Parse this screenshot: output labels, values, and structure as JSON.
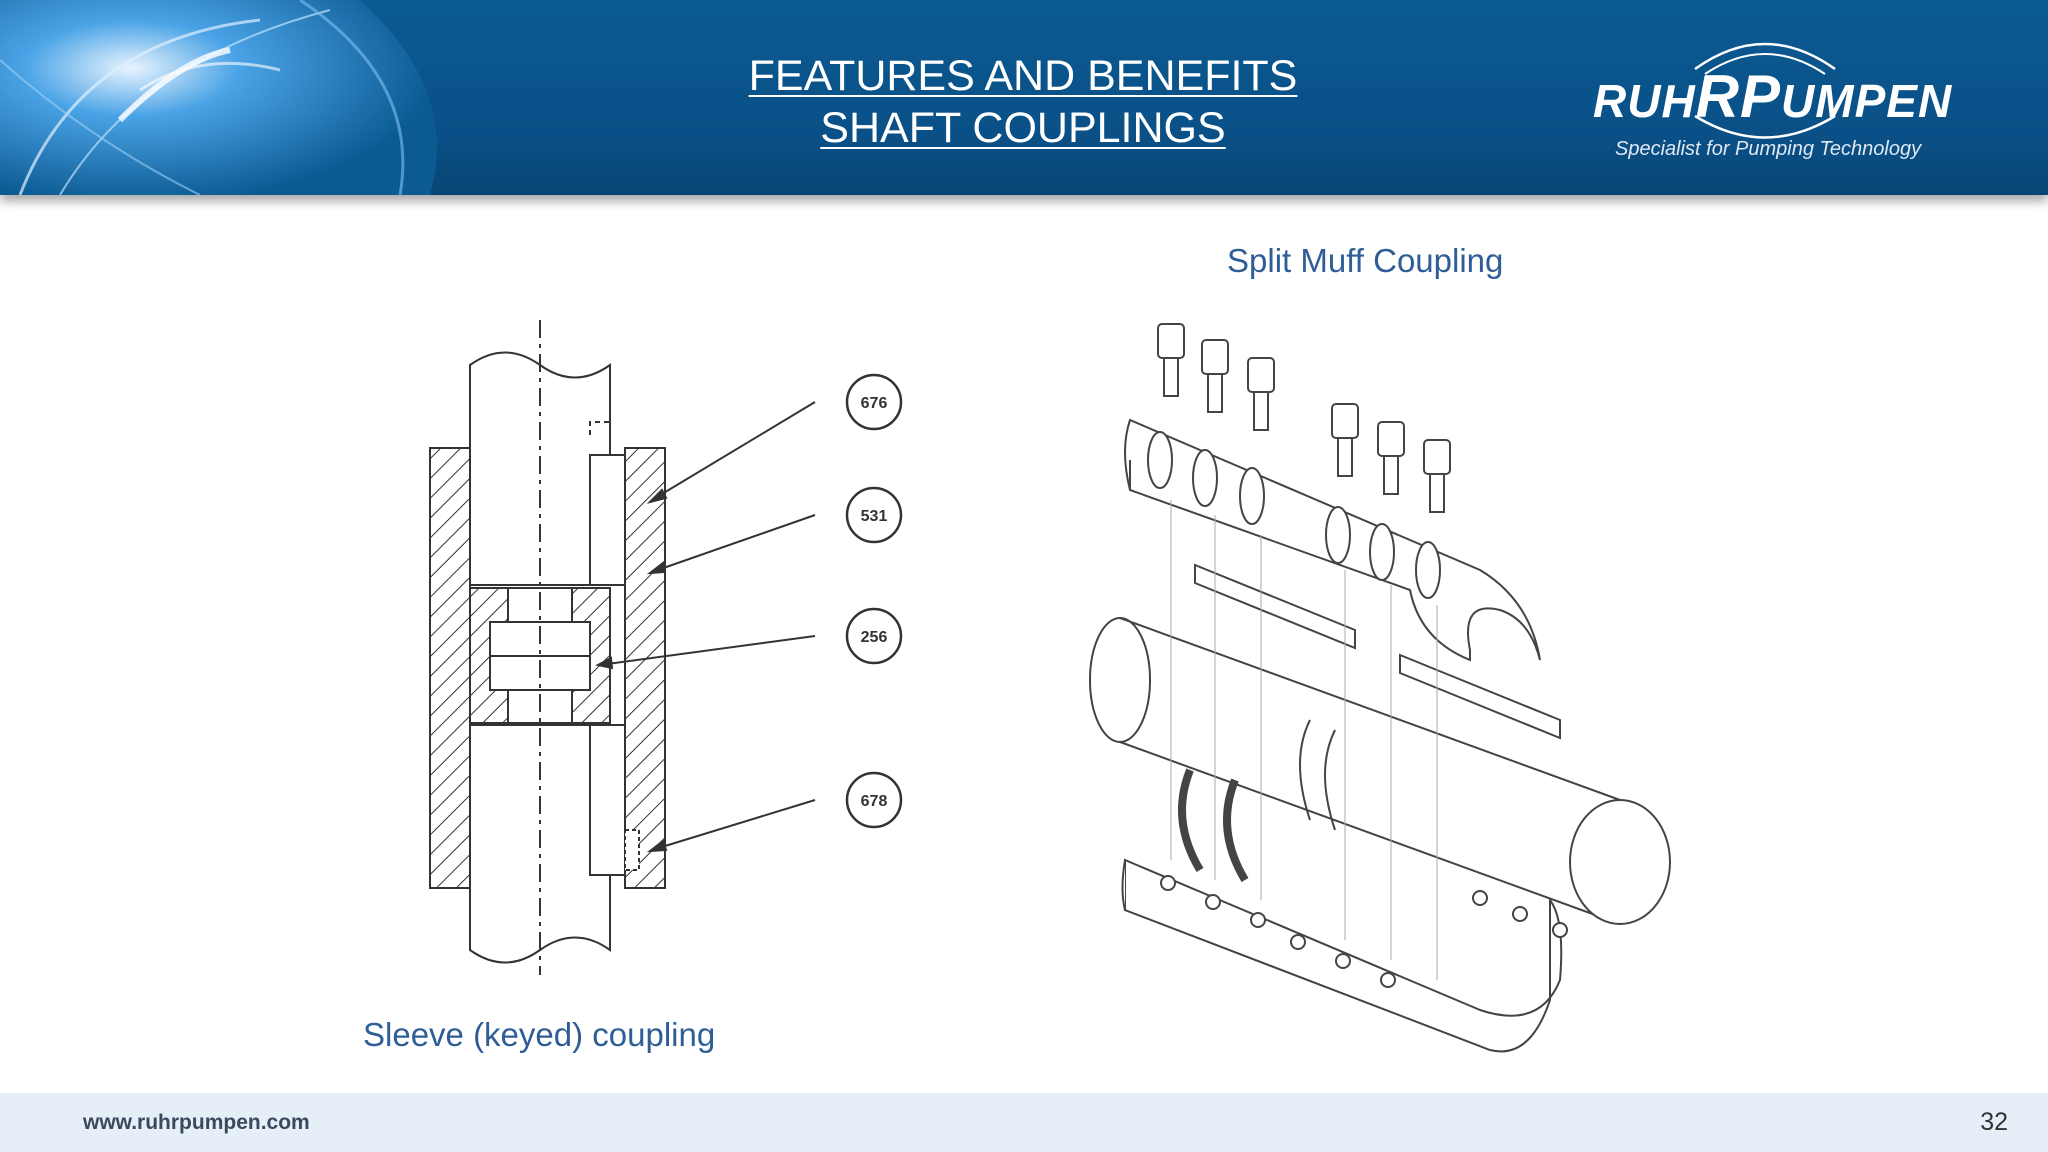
{
  "header": {
    "title_line1": "FEATURES AND BENEFITS",
    "title_line2": "SHAFT COUPLINGS",
    "logo": {
      "name_part1": "RUH",
      "name_part2": "R",
      "name_part3": "P",
      "name_part4": "UMPEN",
      "tagline": "Specialist for Pumping Technology"
    }
  },
  "left_figure": {
    "caption": "Sleeve (keyed) coupling",
    "callouts": [
      "676",
      "531",
      "256",
      "678"
    ]
  },
  "right_figure": {
    "caption": "Split Muff Coupling"
  },
  "footer": {
    "url": "www.ruhrpumpen.com",
    "page_number": "32"
  },
  "colors": {
    "header_blue": "#0a5087",
    "caption_blue": "#2f5e96",
    "footer_bg": "#e6eef8"
  }
}
